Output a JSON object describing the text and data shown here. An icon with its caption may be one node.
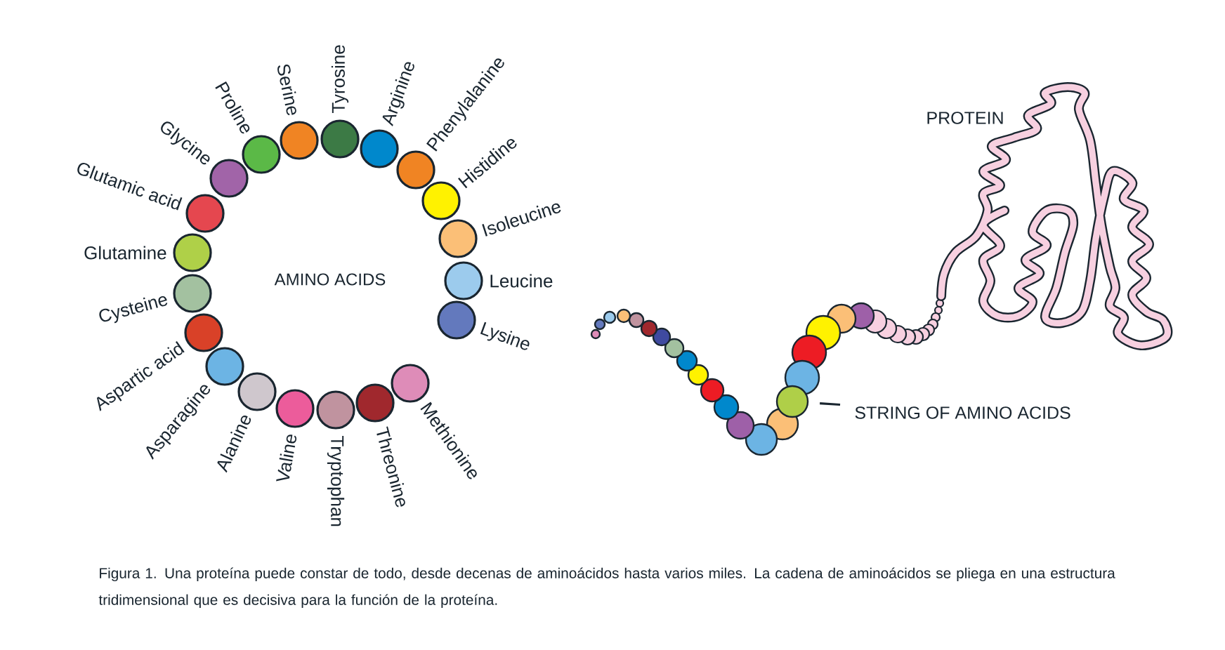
{
  "diagram": {
    "caption": "Figura 1. Una proteína puede constar de todo, desde decenas de aminoácidos hasta varios miles. La cadena de aminoácidos se pliega en una estructura tridimensional que es decisiva para la función de la proteína.",
    "nodes": [
      {
        "text": [],
        "shape": "circle",
        "beside": [
          "Glutamic acid"
        ]
      },
      {
        "text": [],
        "shape": "circle",
        "beside": [
          "Glycine"
        ]
      },
      {
        "text": [],
        "shape": "circle",
        "beside": [
          "Proline"
        ]
      },
      {
        "text": [],
        "shape": "circle",
        "beside": [
          "Serine"
        ]
      },
      {
        "text": [],
        "shape": "circle",
        "beside": [
          "Tyrosine"
        ]
      },
      {
        "text": [],
        "shape": "circle",
        "beside": [
          "Arginine"
        ]
      },
      {
        "text": [],
        "shape": "circle",
        "beside": [
          "Phenylalanine"
        ]
      },
      {
        "text": [],
        "shape": "circle",
        "beside": [
          "Histidine"
        ]
      },
      {
        "text": [],
        "shape": "circle",
        "beside": [
          "Isoleucine"
        ]
      },
      {
        "text": [],
        "shape": "circle",
        "beside": [
          "Leucine"
        ]
      },
      {
        "text": [],
        "shape": "circle",
        "beside": [
          "Lysine"
        ]
      },
      {
        "text": [],
        "shape": "circle",
        "beside": [
          "Methionine"
        ]
      },
      {
        "text": [],
        "shape": "circle",
        "beside": [
          "Threonine"
        ]
      },
      {
        "text": [],
        "shape": "circle",
        "beside": [
          "Tryptophan"
        ]
      },
      {
        "text": [],
        "shape": "circle",
        "beside": [
          "Valine"
        ]
      },
      {
        "text": [],
        "shape": "circle",
        "beside": [
          "Alanine"
        ]
      },
      {
        "text": [],
        "shape": "circle",
        "beside": [
          "Asparagine"
        ]
      },
      {
        "text": [],
        "shape": "circle",
        "beside": [
          "Aspartic acid"
        ]
      },
      {
        "text": [],
        "shape": "circle",
        "beside": [
          "Cysteine"
        ]
      },
      {
        "text": [],
        "shape": "circle",
        "beside": [
          "Glutamine"
        ]
      },
      {
        "text": [
          "STRING OF AMINO ACIDS"
        ]
      },
      {
        "text": [],
        "shape": "circle"
      }
    ],
    "edges": [
      {
        "from": 20,
        "to": 21,
        "arrow": "none"
      }
    ],
    "labels": [
      "AMINO ACIDS",
      "PROTEIN"
    ]
  }
}
